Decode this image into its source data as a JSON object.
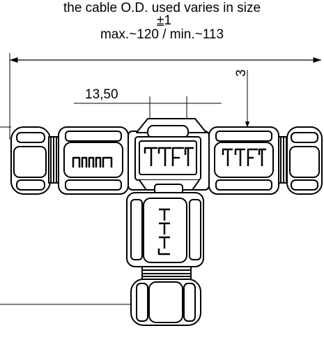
{
  "annotations": {
    "note_line1": "the cable O.D. used varies in size",
    "tolerance_symbol": "±",
    "tolerance_value": "1",
    "range_label": "max.~120 / min.~113"
  },
  "dimensions": {
    "width_label": "13,50",
    "height_label": "3"
  },
  "colors": {
    "line": "#000000",
    "background": "#ffffff"
  }
}
